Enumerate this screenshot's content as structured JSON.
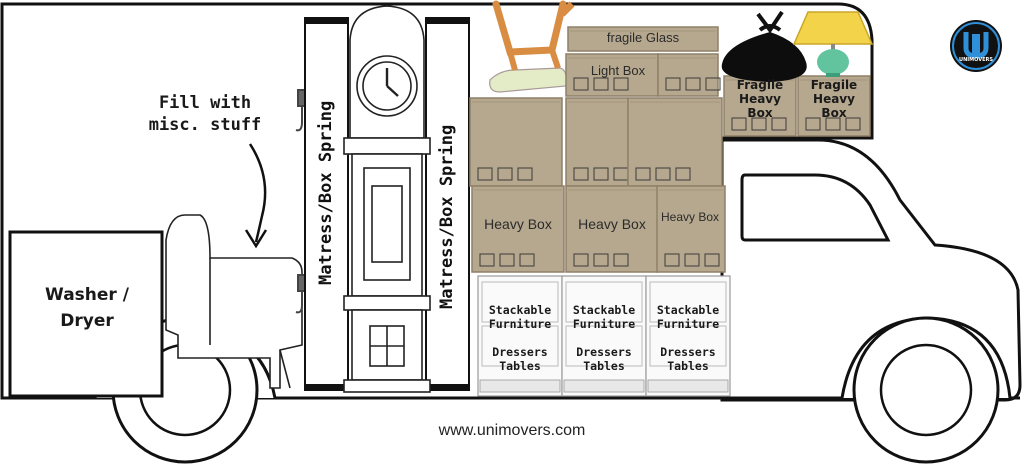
{
  "labels": {
    "fill_misc": "Fill with\nmisc. stuff",
    "washer_dryer": "Washer /\nDryer",
    "mattress_left": "Matress/Box Spring",
    "mattress_right": "Matress/Box Spring",
    "fragile_glass": "fragile Glass",
    "light_box": "Light Box",
    "heavy_box_1": "Heavy Box",
    "heavy_box_2": "Heavy Box",
    "heavy_box_3": "Heavy Box",
    "fragile_heavy_1": "Fragile\nHeavy\nBox",
    "fragile_heavy_2": "Fragile\nHeavy\nBox",
    "stack_1_top": "Stackable\nFurniture",
    "stack_1_bottom": "Dressers\nTables",
    "stack_2_top": "Stackable\nFurniture",
    "stack_2_bottom": "Dressers\nTables",
    "stack_3_top": "Stackable\nFurniture",
    "stack_3_bottom": "Dressers\nTables"
  },
  "logo": {
    "text": "UNIMOVERS",
    "icon": "unimovers-logo-icon"
  },
  "footer": {
    "website": "www.unimovers.com"
  },
  "colors": {
    "box": "#b6a88f",
    "box_dark": "#8f8168",
    "outline": "#111111",
    "chair_seat": "#e3ebc7",
    "chair_wood": "#d88d43",
    "lamp_shade": "#f2d34a",
    "lamp_base": "#61c49e"
  }
}
